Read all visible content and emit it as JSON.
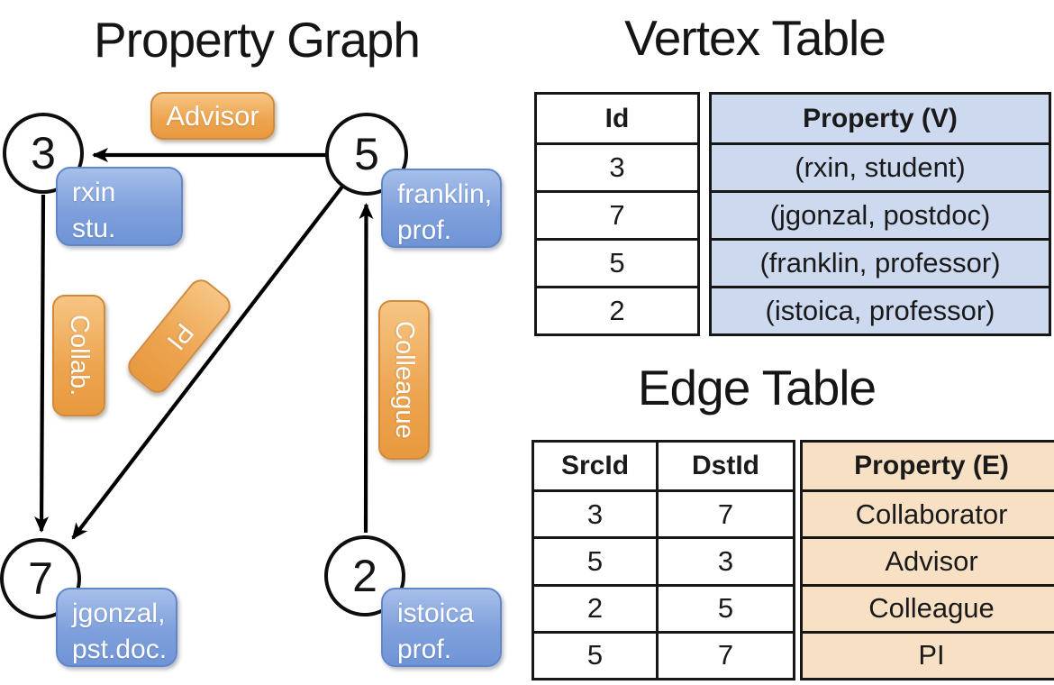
{
  "graph": {
    "title": "Property Graph",
    "vertices": [
      {
        "id": "3",
        "line1": "rxin",
        "line2": "stu."
      },
      {
        "id": "5",
        "line1": "franklin,",
        "line2": "prof."
      },
      {
        "id": "7",
        "line1": "jgonzal,",
        "line2": "pst.doc."
      },
      {
        "id": "2",
        "line1": "istoica",
        "line2": "prof."
      }
    ],
    "edge_labels": {
      "advisor": "Advisor",
      "collab": "Collab.",
      "pi": "PI",
      "colleague": "Colleague"
    }
  },
  "vertex_table": {
    "title": "Vertex Table",
    "columns": {
      "id": "Id",
      "property": "Property (V)"
    },
    "rows": [
      {
        "id": "3",
        "property": "(rxin, student)"
      },
      {
        "id": "7",
        "property": "(jgonzal, postdoc)"
      },
      {
        "id": "5",
        "property": "(franklin, professor)"
      },
      {
        "id": "2",
        "property": "(istoica, professor)"
      }
    ]
  },
  "edge_table": {
    "title": "Edge Table",
    "columns": {
      "src": "SrcId",
      "dst": "DstId",
      "property": "Property (E)"
    },
    "rows": [
      {
        "src": "3",
        "dst": "7",
        "property": "Collaborator"
      },
      {
        "src": "5",
        "dst": "3",
        "property": "Advisor"
      },
      {
        "src": "2",
        "dst": "5",
        "property": "Colleague"
      },
      {
        "src": "5",
        "dst": "7",
        "property": "PI"
      }
    ]
  },
  "colors": {
    "node_box_blue": "#7b9fdb",
    "edge_label_orange": "#eda44f",
    "vertex_property_fill": "#ccd9ef",
    "edge_property_fill": "#f7e0c4",
    "line_black": "#000000"
  }
}
